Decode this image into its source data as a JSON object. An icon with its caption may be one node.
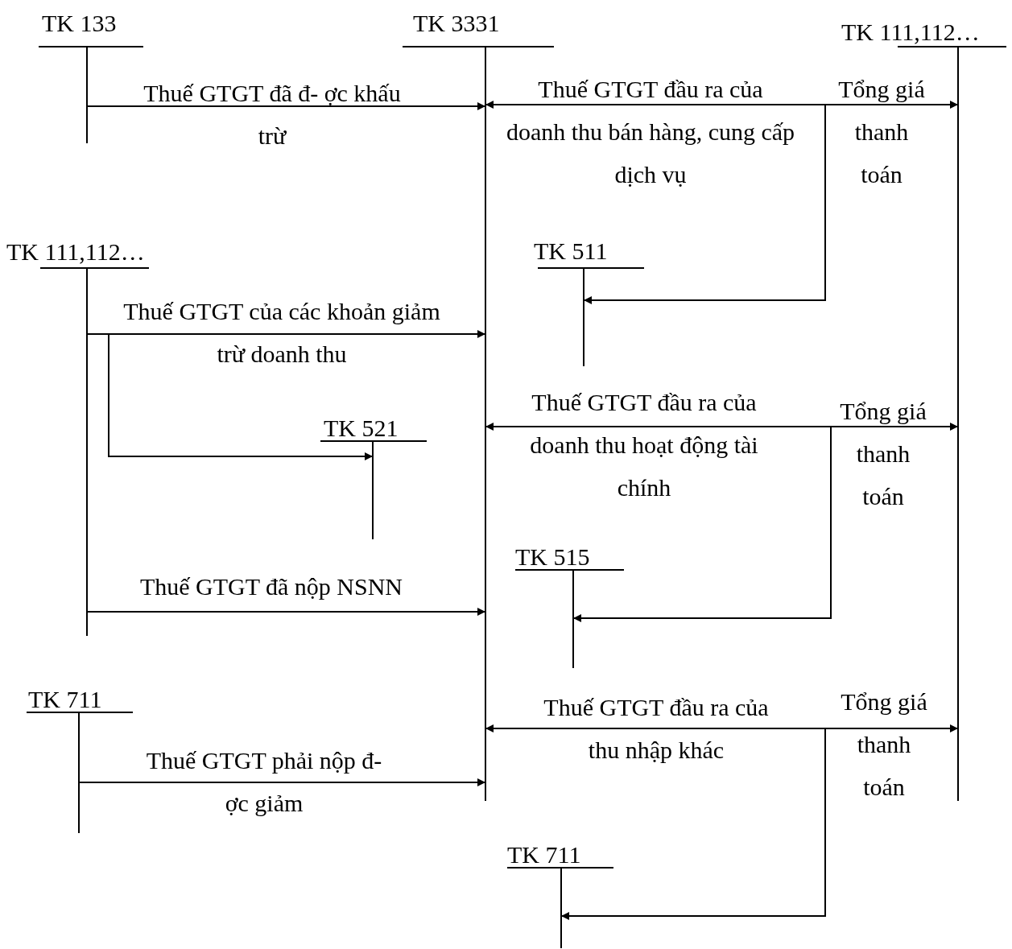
{
  "diagram": {
    "nodes": [
      {
        "text": [
          "TK 133"
        ]
      },
      {
        "text": [
          "TK 3331"
        ]
      },
      {
        "text": [
          "TK 111,112…"
        ]
      },
      {
        "text": [
          "TK 111,112…"
        ]
      },
      {
        "text": [
          "TK 511"
        ]
      },
      {
        "text": [
          "TK 521"
        ]
      },
      {
        "text": [
          "TK 515"
        ]
      },
      {
        "text": [
          "TK 711"
        ]
      },
      {
        "text": [
          "TK 711"
        ]
      }
    ],
    "edges": [
      {
        "from": 0,
        "to": 1,
        "arrow": "to",
        "label": "Thuế GTGT đã đ- ợc khấu trừ"
      },
      {
        "from": 1,
        "to": 2,
        "arrow": "both",
        "label": "Thuế GTGT đầu ra của doanh thu bán hàng, cung cấp dịch vụ"
      },
      {
        "from": 2,
        "to": 4,
        "arrow": "to",
        "label": "Tổng giá thanh toán"
      },
      {
        "from": 3,
        "to": 1,
        "arrow": "to",
        "label": "Thuế GTGT của các khoản giảm trừ doanh thu"
      },
      {
        "from": 3,
        "to": 5,
        "arrow": "to"
      },
      {
        "from": 1,
        "to": 2,
        "arrow": "both",
        "label": "Thuế GTGT đầu ra của doanh thu hoạt động tài chính"
      },
      {
        "from": 2,
        "to": 6,
        "arrow": "to",
        "label": "Tổng giá thanh toán"
      },
      {
        "from": 3,
        "to": 1,
        "arrow": "to",
        "label": "Thuế GTGT đã nộp NSNN"
      },
      {
        "from": 1,
        "to": 2,
        "arrow": "both",
        "label": "Thuế GTGT đầu ra của thu nhập khác"
      },
      {
        "from": 2,
        "to": 8,
        "arrow": "to",
        "label": "Tổng giá thanh toán"
      },
      {
        "from": 7,
        "to": 1,
        "arrow": "to",
        "label": "Thuế GTGT phải nộp đ- ợc giảm"
      }
    ]
  }
}
